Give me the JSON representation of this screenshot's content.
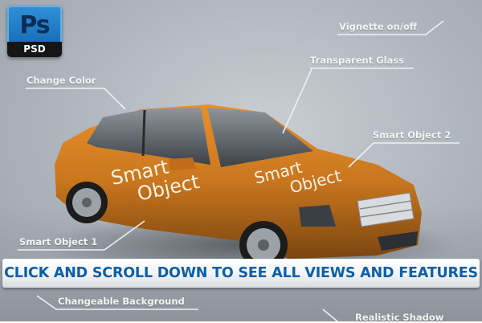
{
  "badge": {
    "app_icon": "photoshop-icon",
    "icon_text": "Ps",
    "file_type": "PSD"
  },
  "callouts": {
    "vignette": "Vignette on/off",
    "transparent_glass": "Transparent Glass",
    "change_color": "Change Color",
    "smart_object_2": "Smart Object 2",
    "smart_object_1": "Smart Object 1",
    "changeable_background": "Changeable Background",
    "realistic_shadow": "Realistic Shadow"
  },
  "car": {
    "color": "#c8781f",
    "door_text": [
      "Smart",
      "Object"
    ],
    "hood_text": [
      "Smart",
      "Object"
    ]
  },
  "banner": {
    "text": "CLICK AND SCROLL DOWN TO SEE ALL VIEWS AND FEATURES",
    "color": "#0c5fa8"
  }
}
